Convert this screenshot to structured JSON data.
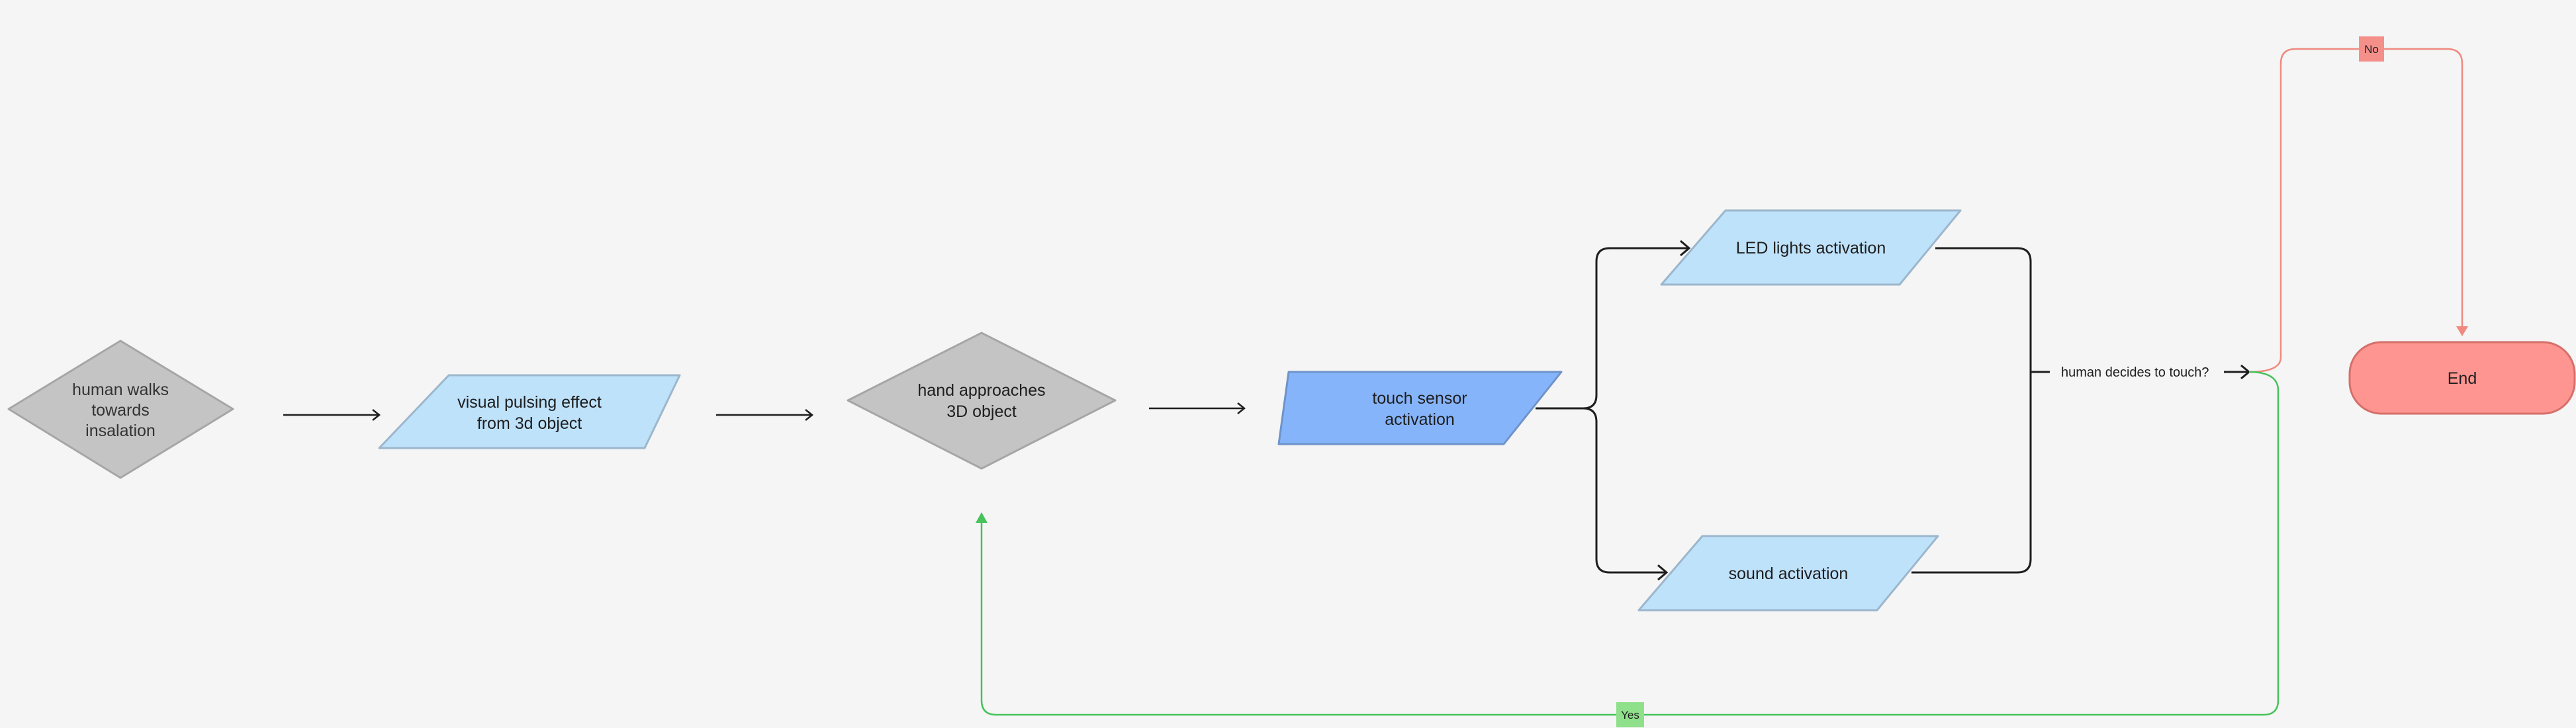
{
  "colors": {
    "background": "#f5f5f5",
    "decision_fill": "#c4c4c4",
    "decision_stroke": "#a6a6a6",
    "io_fill": "#bfe2fb",
    "io_stroke": "#9cb6cc",
    "io_active_fill": "#86b4fb",
    "io_active_stroke": "#6f93c9",
    "end_fill": "#ff9590",
    "end_stroke": "#d56f6a",
    "connector": "#1e1e1e",
    "no_path": "#f08a80",
    "yes_path": "#46c35a",
    "no_tag": "#f58f8a",
    "yes_tag": "#8fe08a"
  },
  "nodes": {
    "walk": {
      "label": [
        "human walks",
        "towards",
        "insalation"
      ]
    },
    "pulse": {
      "label": [
        "visual pulsing effect",
        "from 3d object"
      ]
    },
    "approach": {
      "label": [
        "hand approaches",
        "3D object"
      ]
    },
    "touch": {
      "label": [
        "touch sensor",
        "activation"
      ]
    },
    "led": {
      "label": [
        "LED lights activation"
      ]
    },
    "sound": {
      "label": [
        "sound activation"
      ]
    },
    "end": {
      "label": [
        "End"
      ]
    }
  },
  "decision": {
    "label": "human decides to touch?"
  },
  "tags": {
    "no": "No",
    "yes": "Yes"
  }
}
